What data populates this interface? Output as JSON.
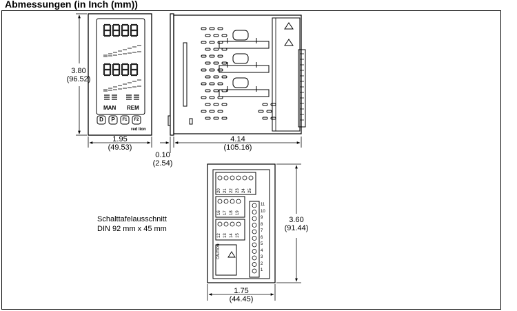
{
  "title": "Abmessungen (in Inch (mm))",
  "front_view": {
    "height_in": "3.80",
    "height_mm": "(96.52)",
    "width_in": "1.95",
    "width_mm": "(49.53)",
    "label_man": "MAN",
    "label_rem": "REM",
    "button_d": "D",
    "button_p": "P",
    "button_f1": "F1",
    "button_f2": "F2",
    "brand": "red lion",
    "display_top": "8.8.8.8",
    "display_mid": "8.8.8.8"
  },
  "side_view": {
    "bezel_in": "0.10",
    "bezel_mm": "(2.54)",
    "depth_in": "4.14",
    "depth_mm": "(105.16)"
  },
  "rear_view": {
    "height_in": "3.60",
    "height_mm": "(91.44)",
    "width_in": "1.75",
    "width_mm": "(44.45)",
    "caution_text": "CAUTION:",
    "terminals_top": [
      "20",
      "21",
      "22",
      "23",
      "24",
      "25"
    ],
    "terminals_mid": [
      "16",
      "17",
      "18",
      "19"
    ],
    "terminals_low": [
      "12",
      "13",
      "14",
      "15"
    ],
    "terminals_right": [
      "11",
      "10",
      "9",
      "8",
      "7",
      "6",
      "5",
      "4",
      "3",
      "2",
      "1"
    ]
  },
  "cutout": {
    "line1": "Schalttafelausschnitt",
    "line2": "DIN 92 mm x 45 mm"
  }
}
